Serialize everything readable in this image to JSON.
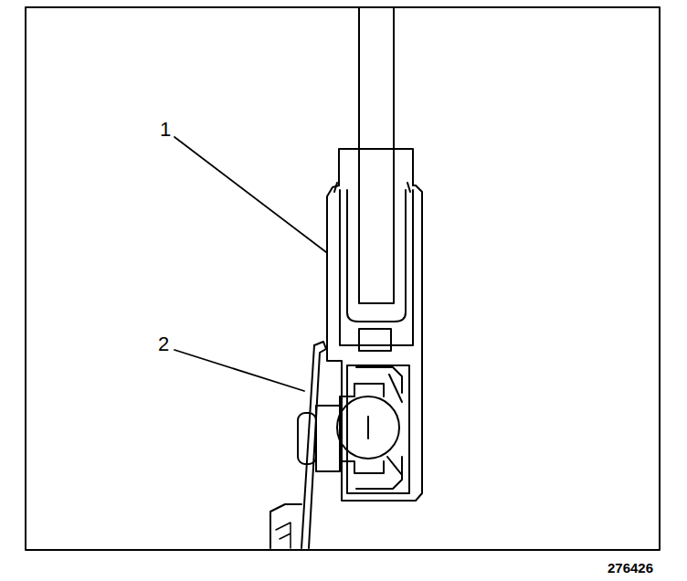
{
  "diagram": {
    "labels": [
      "1",
      "2",
      "276426"
    ]
  }
}
